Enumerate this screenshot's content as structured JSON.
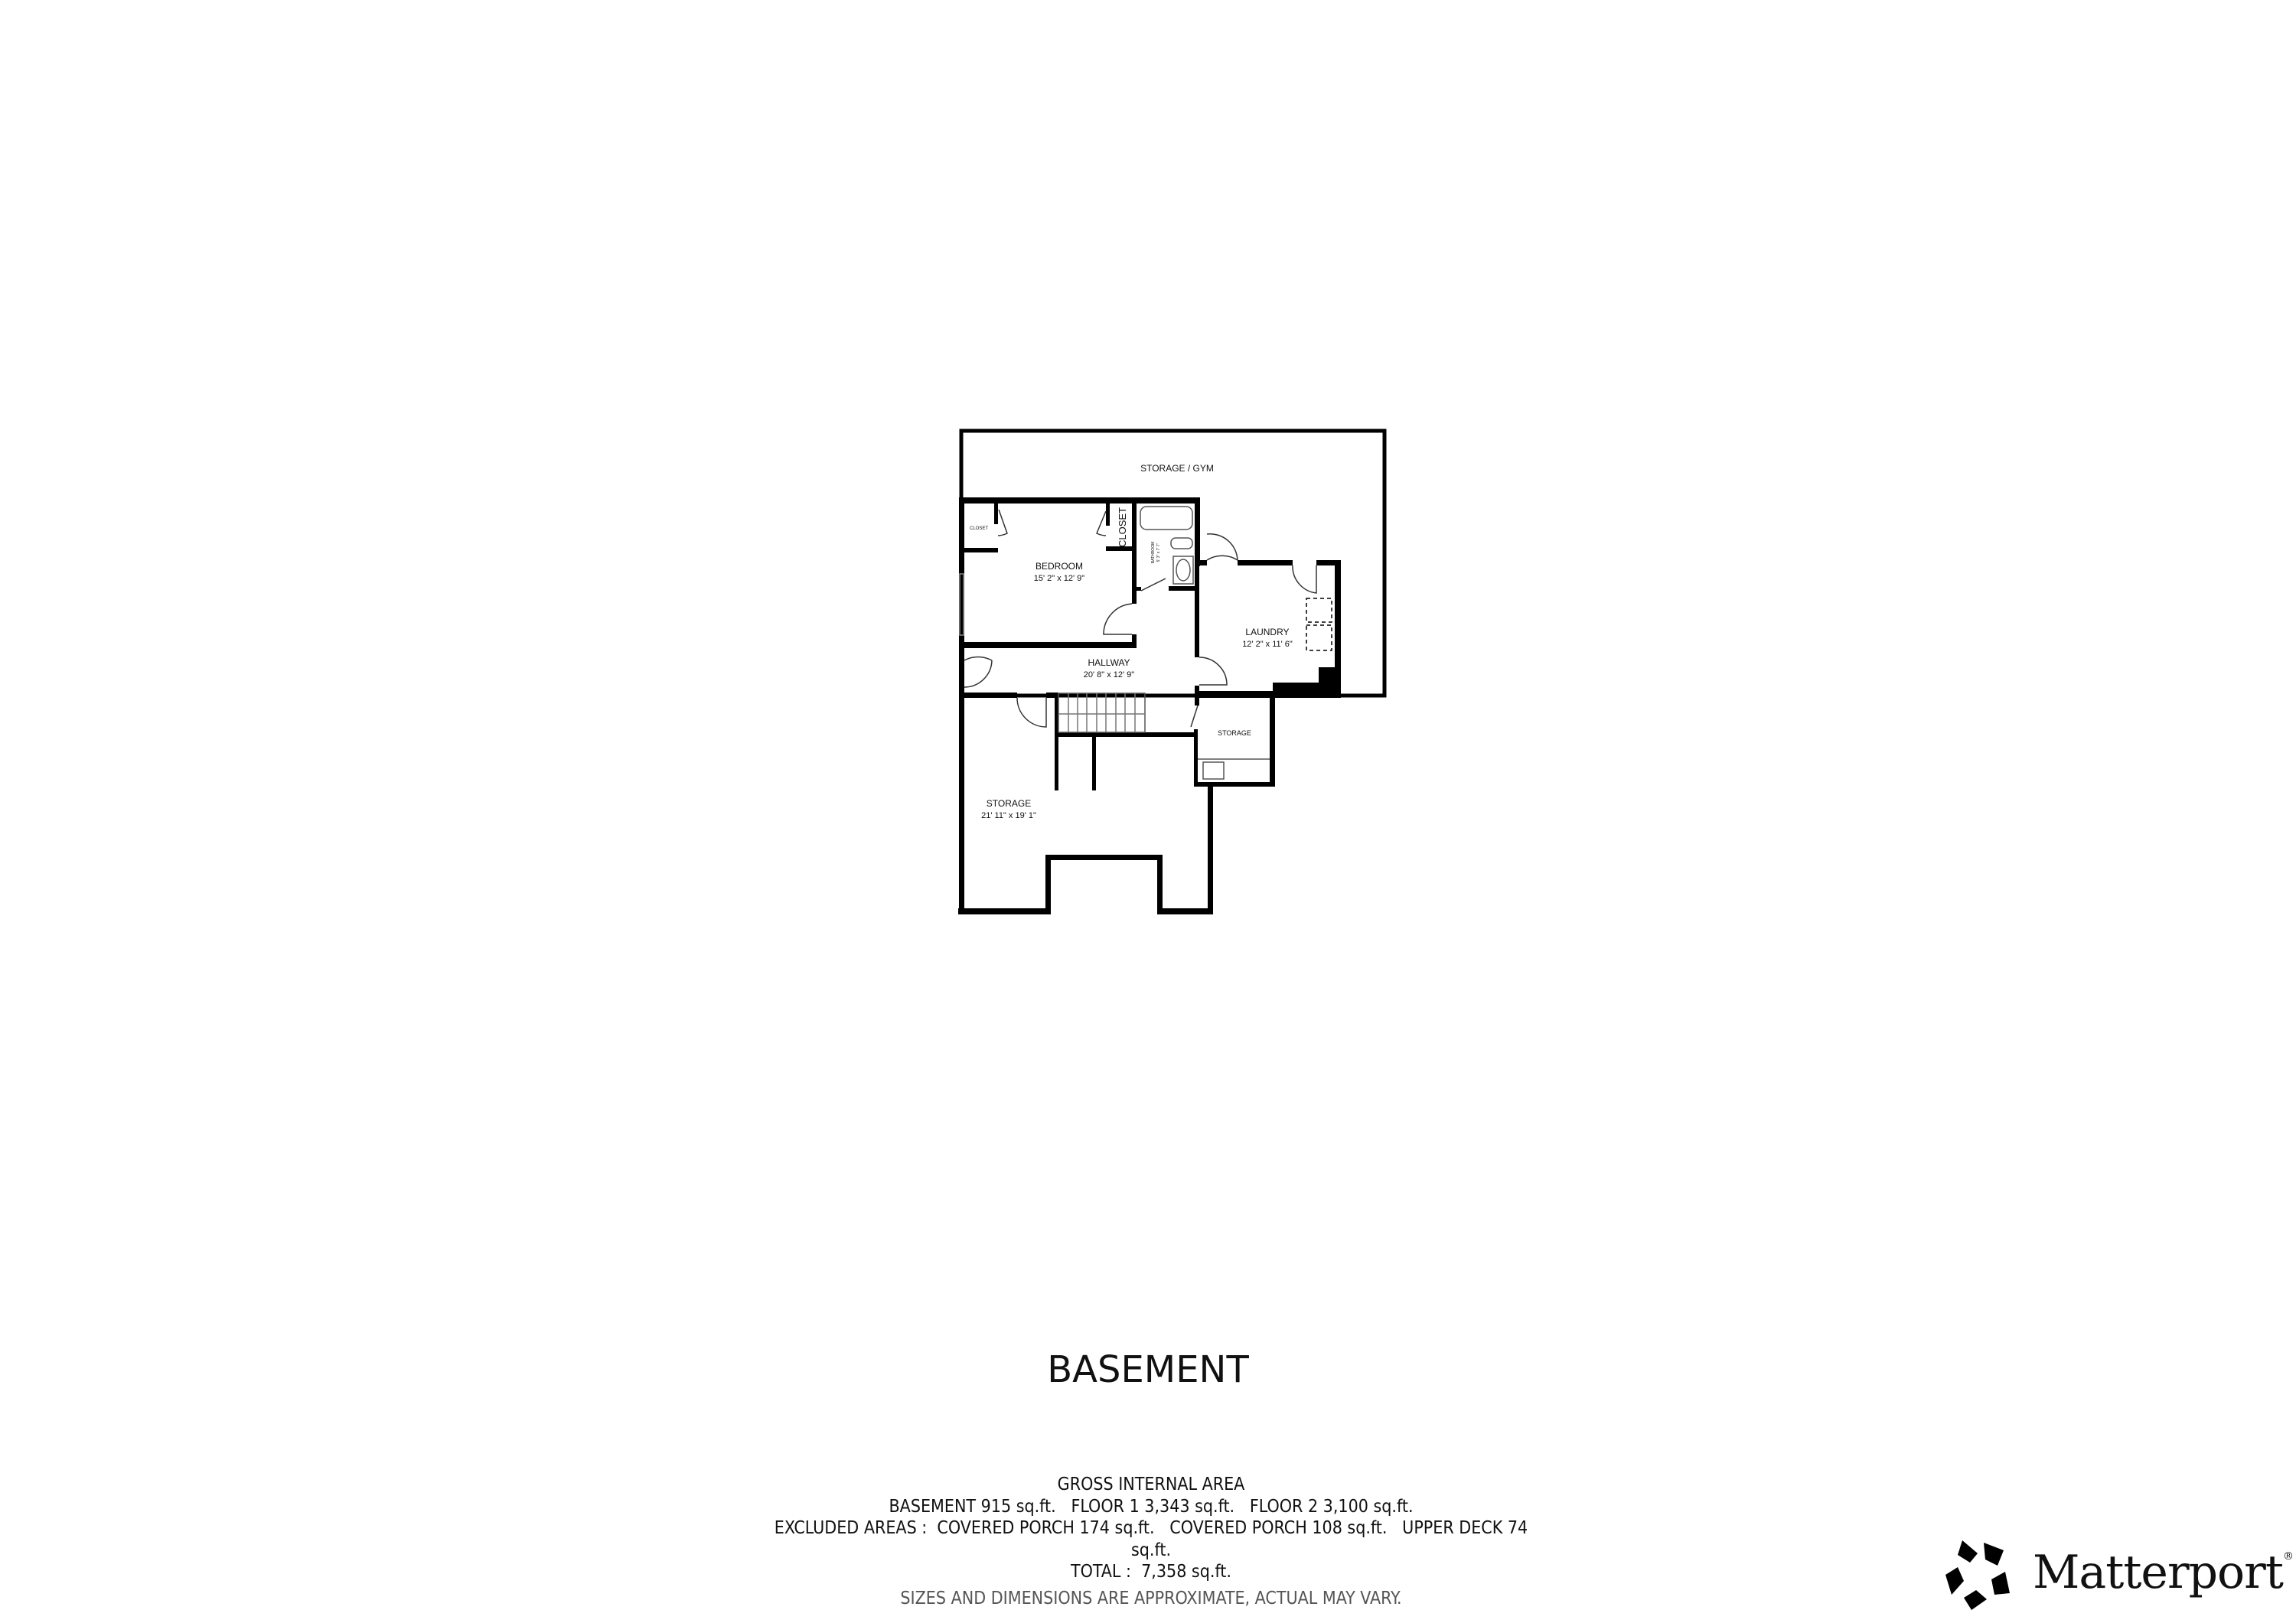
{
  "floor_title": "BASEMENT",
  "rooms": {
    "storage_gym": {
      "name": "STORAGE / GYM"
    },
    "closet_small": {
      "name": "CLOSET"
    },
    "closet": {
      "name": "CLOSET"
    },
    "bedroom": {
      "name": "BEDROOM",
      "dims": "15' 2\" x 12' 9\""
    },
    "bathroom": {
      "name": "BATHROOM",
      "dims": "5' 3\" x 7' 7\""
    },
    "laundry": {
      "name": "LAUNDRY",
      "dims": "12' 2\" x 11' 6\""
    },
    "hallway": {
      "name": "HALLWAY",
      "dims": "20' 8\" x 12' 9\""
    },
    "storage_small": {
      "name": "STORAGE"
    },
    "storage_main": {
      "name": "STORAGE",
      "dims": "21' 11\" x 19' 1\""
    }
  },
  "area_summary": {
    "heading": "GROSS INTERNAL AREA",
    "line1": "BASEMENT 915 sq.ft.   FLOOR 1 3,343 sq.ft.   FLOOR 2 3,100 sq.ft.",
    "line2": "EXCLUDED AREAS :  COVERED PORCH 174 sq.ft.   COVERED PORCH 108 sq.ft.   UPPER DECK 74",
    "line3": "sq.ft.",
    "total": "TOTAL :  7,358 sq.ft.",
    "disclaimer": "SIZES AND DIMENSIONS ARE APPROXIMATE, ACTUAL MAY VARY."
  },
  "logo": {
    "text": "Matterport",
    "mark": "®"
  },
  "colors": {
    "wall": "#000000",
    "text": "#111111",
    "disclaimer": "#555555"
  }
}
